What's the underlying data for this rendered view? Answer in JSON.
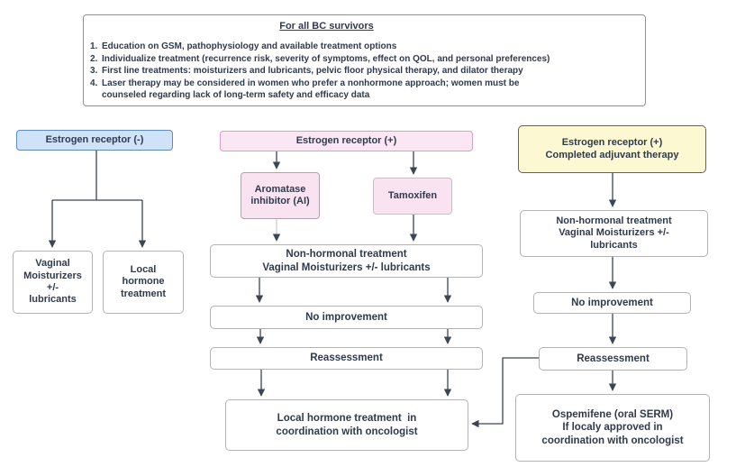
{
  "top_box": {
    "title": "For all BC survivors",
    "items": [
      {
        "n": "1.",
        "text": "Education on GSM, pathophysiology and available treatment options"
      },
      {
        "n": "2.",
        "text": "Individualize treatment (recurrence risk, severity of symptoms, effect on QOL, and personal preferences)"
      },
      {
        "n": "3.",
        "text": "First line treatments: moisturizers and lubricants, pelvic floor physical therapy, and dilator therapy"
      },
      {
        "n": "4.",
        "text": "Laser therapy may be considered in women who prefer a nonhormone approach; women must be\ncounseled regarding lack of long-term safety and efficacy data"
      }
    ]
  },
  "left_branch": {
    "header": "Estrogen receptor (-)",
    "vaginal_moisturizers": "Vaginal\nMoisturizers\n+/-\nlubricants",
    "local_hormone": "Local\nhormone\ntreatment"
  },
  "middle_branch": {
    "header": "Estrogen receptor (+)",
    "aromatase_inhibitor": "Aromatase\ninhibitor (AI)",
    "tamoxifen": "Tamoxifen",
    "non_hormonal": "Non-hormonal treatment\nVaginal Moisturizers +/- lubricants",
    "no_improvement": "No improvement",
    "reassessment": "Reassessment",
    "local_hormone": "Local hormone treatment  in\ncoordination with oncologist"
  },
  "right_branch": {
    "header": "Estrogen receptor (+)\nCompleted adjuvant therapy",
    "non_hormonal": "Non-hormonal treatment\nVaginal Moisturizers +/-\nlubricants",
    "no_improvement": "No improvement",
    "reassessment": "Reassessment",
    "ospemifene": "Ospemifene (oral SERM)\nIf localy approved in\ncoordination with oncologist"
  },
  "colors": {
    "er_negative_fill": "#cfe2f7",
    "er_negative_stroke": "#5a8ac9",
    "er_positive_fill": "#fbe7f4",
    "er_positive_stroke": "#d6a0c6",
    "adjuvant_fill": "#fcf9d2",
    "adjuvant_stroke": "#626256",
    "node_fill": "#ffffff",
    "node_stroke": "#b3b3b3",
    "arrow": "#3c4555",
    "faded_arrow": "#cbced3",
    "text": "#2f3b4d"
  }
}
